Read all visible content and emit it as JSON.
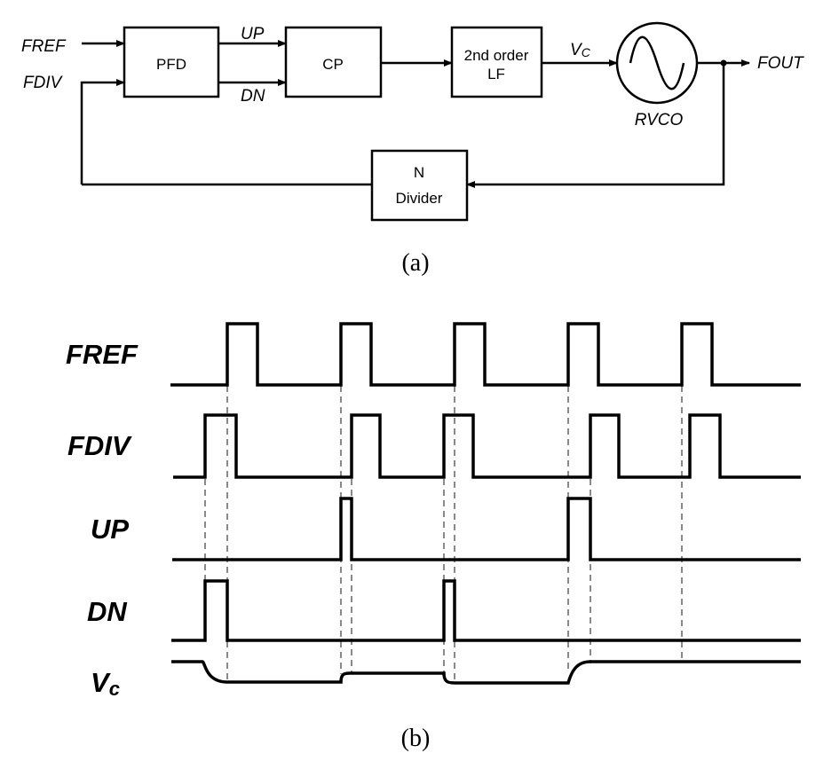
{
  "block_diagram": {
    "inputs": {
      "fref": "FREF",
      "fdiv": "FDIV"
    },
    "pfd": "PFD",
    "cp": "CP",
    "lf_line1": "2nd order",
    "lf_line2": "LF",
    "vco": "RVCO",
    "divider_line1": "N",
    "divider_line2": "Divider",
    "signals": {
      "up": "UP",
      "dn": "DN",
      "vc_main": "V",
      "vc_sub": "C",
      "fout": "FOUT"
    }
  },
  "timing_diagram": {
    "fref": "FREF",
    "fdiv": "FDIV",
    "up": "UP",
    "dn": "DN",
    "vc_main": "V",
    "vc_sub": "c"
  },
  "captions": {
    "a": "(a)",
    "b": "(b)"
  }
}
